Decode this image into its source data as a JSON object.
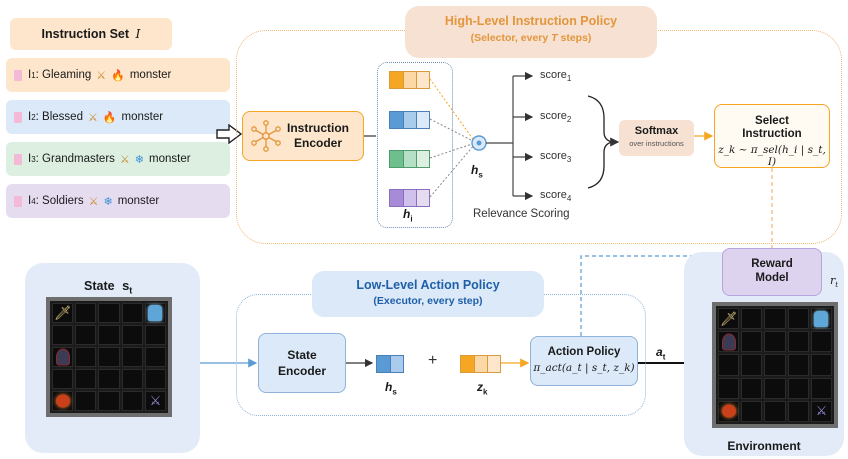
{
  "instruction_set": {
    "title": "Instruction Set",
    "symbol": "I",
    "items": [
      {
        "prefix": "I",
        "sub": "1",
        "text": ": Gleaming",
        "monster": "monster",
        "element_icon": "fire-icon"
      },
      {
        "prefix": "I",
        "sub": "2",
        "text": ": Blessed",
        "monster": "monster",
        "element_icon": "fire-icon"
      },
      {
        "prefix": "I",
        "sub": "3",
        "text": ": Grandmasters",
        "monster": "monster",
        "element_icon": "snowflake-icon"
      },
      {
        "prefix": "I",
        "sub": "4",
        "text": ": Soldiers",
        "monster": "monster",
        "element_icon": "snowflake-icon"
      }
    ]
  },
  "high_level": {
    "title": "High-Level Instruction Policy",
    "subtitle_pre": "(Selector, every ",
    "subtitle_T": "T",
    "subtitle_post": " steps)",
    "encoder_line1": "Instruction",
    "encoder_line2": "Encoder",
    "h_i": "h",
    "h_i_sub": "i",
    "h_s": "h",
    "h_s_sub": "s",
    "scores": [
      {
        "label": "score",
        "sub": "1"
      },
      {
        "label": "score",
        "sub": "2"
      },
      {
        "label": "score",
        "sub": "3"
      },
      {
        "label": "score",
        "sub": "4"
      }
    ],
    "relevance": "Relevance Scoring",
    "softmax": "Softmax",
    "softmax_sub": "over instructions",
    "select_line1": "Select",
    "select_line2": "Instruction",
    "select_formula": "z_k ~ π_sel(h_i | s_t, I)"
  },
  "low_level": {
    "title": "Low-Level Action Policy",
    "subtitle": "(Executor, every step)",
    "state_encoder_line1": "State",
    "state_encoder_line2": "Encoder",
    "h_s": "h",
    "h_s_sub": "s",
    "plus": "+",
    "z_k": "z",
    "z_k_sub": "k",
    "action_policy": "Action Policy",
    "action_formula": "π_act(a_t | s_t, z_k)",
    "a_t": "a",
    "a_t_sub": "t"
  },
  "state": {
    "label": "State",
    "symbol": "s",
    "sub": "t"
  },
  "environment": {
    "label": "Environment"
  },
  "reward": {
    "line1": "Reward",
    "line2": "Model",
    "r": "r",
    "r_sub": "t"
  },
  "colors": {
    "orange": "#f5a623",
    "orange_fill": "#fde7c8",
    "blue": "#5b9bd5",
    "blue_fill": "#dbe9f8",
    "green": "#6fbf8e",
    "purple": "#a78bd6",
    "purple_fill": "#ddd3ef",
    "state_bg": "#e3ebf8"
  }
}
